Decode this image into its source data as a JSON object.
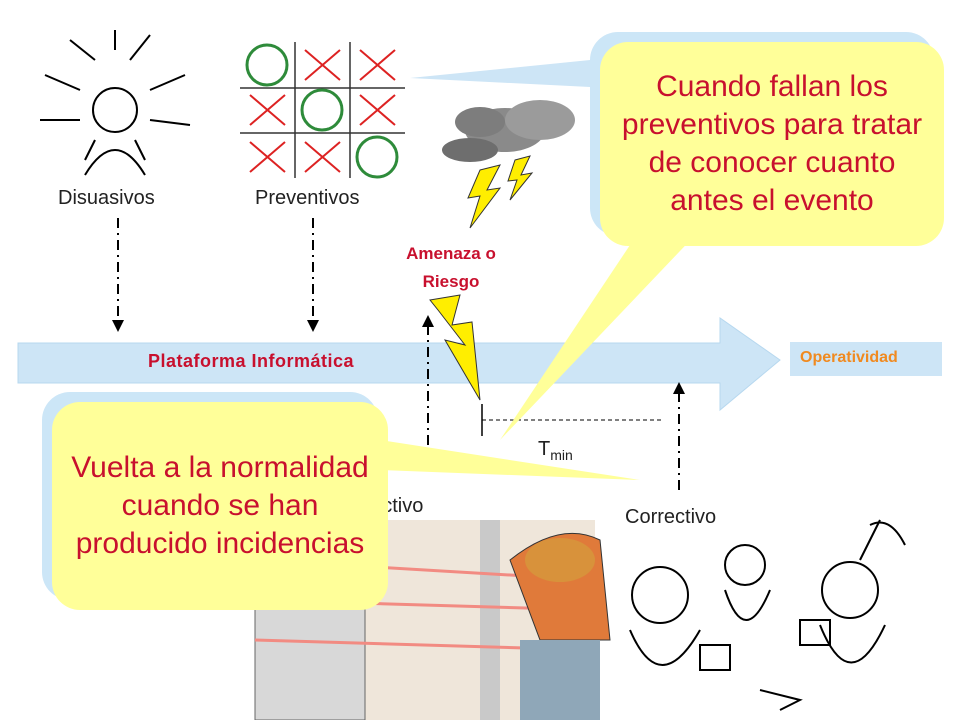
{
  "labels": {
    "disuasivos": "Disuasivos",
    "preventivos": "Preventivos",
    "amenaza": "Amenaza o",
    "riesgo": "Riesgo",
    "plataforma": "Plataforma Informática",
    "operatividad": "Operatividad",
    "t_main": "T",
    "t_sub": "min",
    "detectivo": "Detectivo",
    "correctivo": "Correctivo"
  },
  "callouts": {
    "top": "Cuando fallan los preventivos para tratar de conocer cuanto antes el evento",
    "bottom": "Vuelta a la normalidad cuando se han producido incidencias"
  },
  "colors": {
    "red": "#c8102e",
    "orange": "#f08a20",
    "callout_bg": "#ffff99",
    "callout_shadow": "#cce6f7",
    "arrow": "#cce6f7"
  }
}
